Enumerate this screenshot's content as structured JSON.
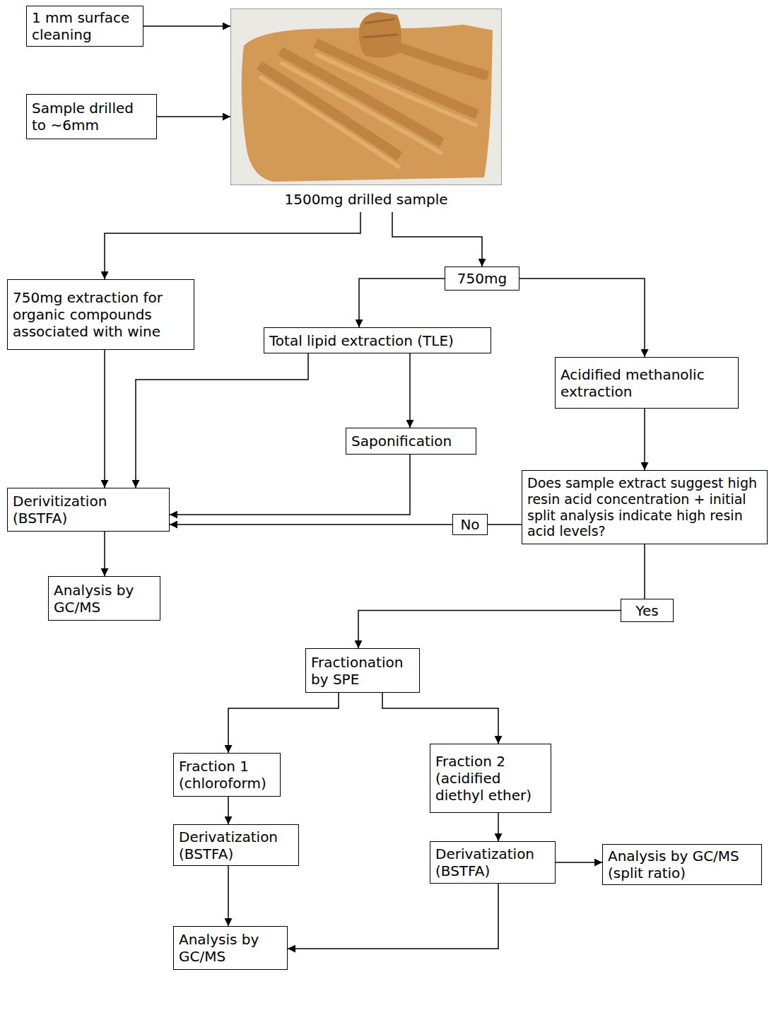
{
  "diagram": {
    "nodes": [
      {
        "text": [
          "1 mm surface cleaning"
        ]
      },
      {
        "text": [
          "Sample drilled to ~6mm"
        ]
      },
      {
        "text": [
          "1500mg drilled sample"
        ]
      },
      {
        "text": [
          "750mg extraction for organic compounds associated with wine"
        ]
      },
      {
        "text": [
          "750mg"
        ]
      },
      {
        "text": [
          "Total lipid extraction (TLE)"
        ]
      },
      {
        "text": [
          "Acidified methanolic extraction"
        ]
      },
      {
        "text": [
          "Saponification"
        ]
      },
      {
        "text": [
          "Derivitization (BSTFA)"
        ]
      },
      {
        "text": [
          "Does sample extract suggest high resin acid concentration + initial split analysis indicate high resin acid levels?"
        ]
      },
      {
        "text": [
          "No"
        ]
      },
      {
        "text": [
          "Analysis by GC/MS"
        ]
      },
      {
        "text": [
          "Yes"
        ]
      },
      {
        "text": [
          "Fractionation by SPE"
        ]
      },
      {
        "text": [
          "Fraction 1 (chloroform)"
        ]
      },
      {
        "text": [
          "Fraction 2 (acidified diethyl ether)"
        ]
      },
      {
        "text": [
          "Derivatization (BSTFA)"
        ]
      },
      {
        "text": [
          "Derivatization (BSTFA)"
        ]
      },
      {
        "text": [
          "Analysis by GC/MS (split ratio)"
        ]
      },
      {
        "text": [
          "Analysis by GC/MS"
        ]
      }
    ],
    "edges": [
      {
        "from": 0,
        "to": 2,
        "arrow": "to"
      },
      {
        "from": 1,
        "to": 2,
        "arrow": "to"
      },
      {
        "from": 2,
        "to": 3,
        "arrow": "to"
      },
      {
        "from": 2,
        "to": 4,
        "arrow": "to"
      },
      {
        "from": 4,
        "to": 5,
        "arrow": "to"
      },
      {
        "from": 4,
        "to": 6,
        "arrow": "to"
      },
      {
        "from": 5,
        "to": 8,
        "arrow": "to"
      },
      {
        "from": 5,
        "to": 7,
        "arrow": "to"
      },
      {
        "from": 3,
        "to": 8,
        "arrow": "to"
      },
      {
        "from": 7,
        "to": 8,
        "arrow": "to"
      },
      {
        "from": 6,
        "to": 9,
        "arrow": "to"
      },
      {
        "from": 9,
        "to": 10,
        "arrow": "none"
      },
      {
        "from": 10,
        "to": 8,
        "arrow": "to"
      },
      {
        "from": 8,
        "to": 11,
        "arrow": "to"
      },
      {
        "from": 9,
        "to": 12,
        "arrow": "none"
      },
      {
        "from": 12,
        "to": 13,
        "arrow": "to"
      },
      {
        "from": 13,
        "to": 14,
        "arrow": "to"
      },
      {
        "from": 13,
        "to": 15,
        "arrow": "to"
      },
      {
        "from": 14,
        "to": 16,
        "arrow": "to"
      },
      {
        "from": 15,
        "to": 17,
        "arrow": "to"
      },
      {
        "from": 17,
        "to": 18,
        "arrow": "to"
      },
      {
        "from": 16,
        "to": 19,
        "arrow": "to"
      },
      {
        "from": 17,
        "to": 19,
        "arrow": "to"
      }
    ]
  }
}
